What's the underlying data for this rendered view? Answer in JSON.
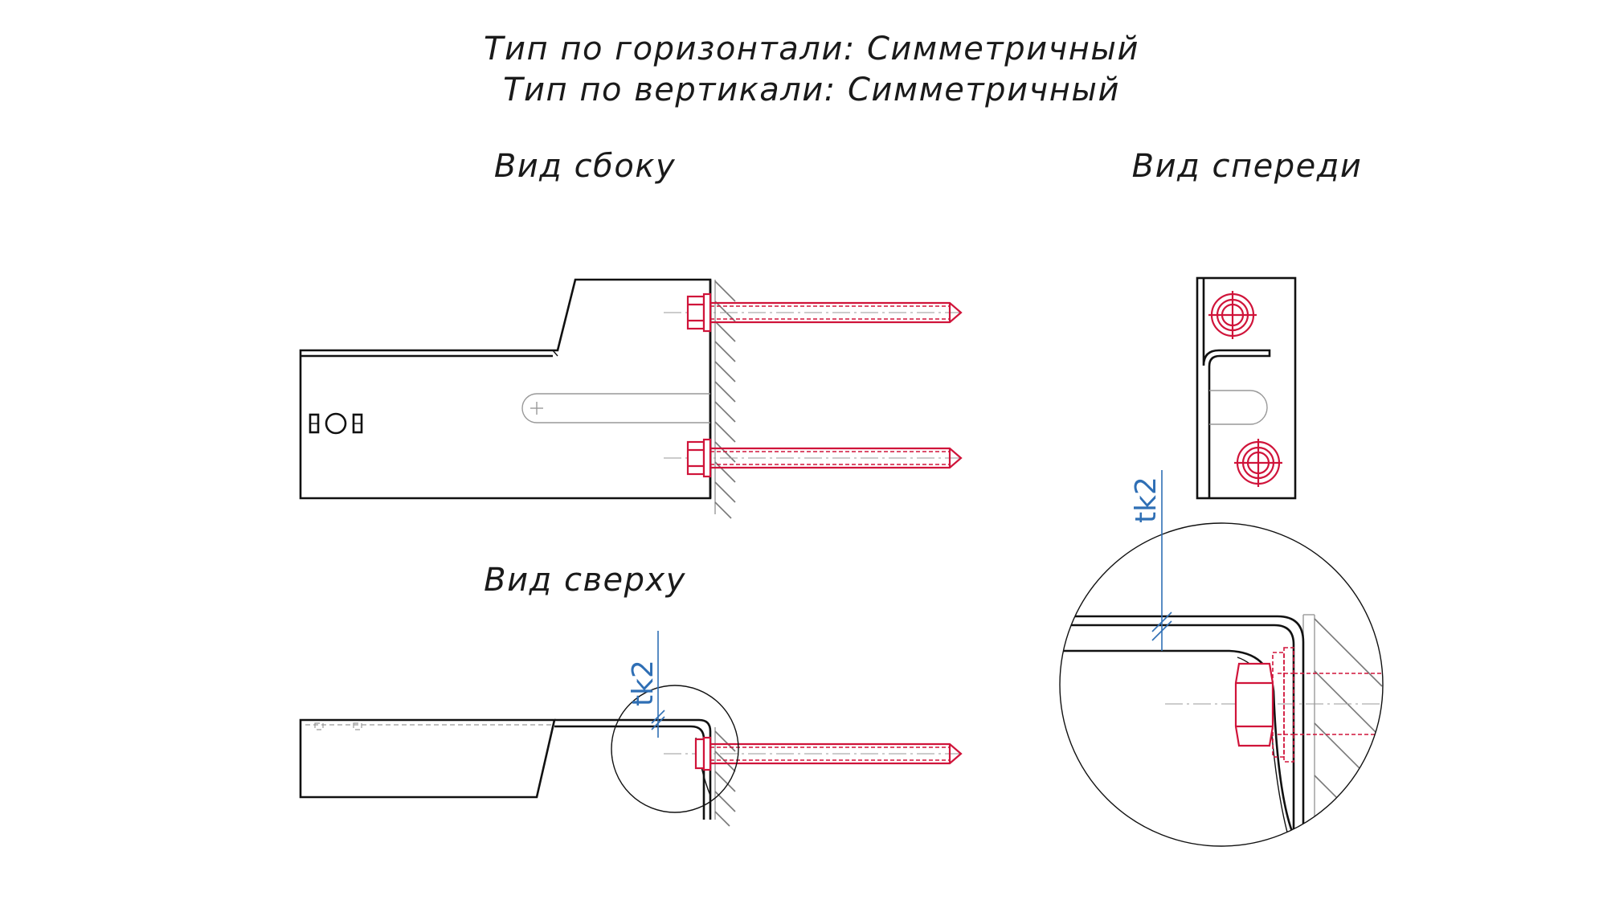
{
  "header": {
    "line1": "Тип по горизонтали: Симметричный",
    "line2": "Тип по вертикали: Симметричный"
  },
  "views": {
    "side": {
      "title": "Вид сбоку"
    },
    "front": {
      "title": "Вид спереди"
    },
    "top": {
      "title": "Вид сверху",
      "dimension_label": "tk2"
    },
    "detail": {
      "dimension_label": "tk2"
    }
  },
  "colors": {
    "outline": "#111111",
    "fastener": "#d0143a",
    "dimension": "#2f6fb5",
    "hatch": "#777777"
  }
}
